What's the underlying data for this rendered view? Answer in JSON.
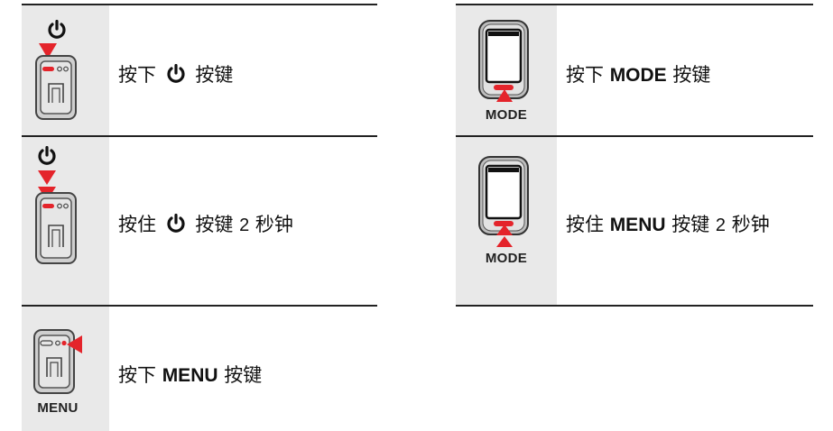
{
  "items": [
    {
      "pre": "按下",
      "key": "",
      "post": "按键",
      "suffix": ""
    },
    {
      "pre": "按下",
      "key": "MODE",
      "post": "按键",
      "suffix": ""
    },
    {
      "pre": "按住",
      "key": "",
      "post": "按键",
      "num": "2",
      "suffix": "秒钟"
    },
    {
      "pre": "按住",
      "key": "MENU",
      "post": "按键",
      "num": "2",
      "suffix": "秒钟"
    },
    {
      "pre": "按下",
      "key": "MENU",
      "post": "按键",
      "suffix": ""
    }
  ],
  "captions": {
    "mode1": "MODE",
    "mode2": "MODE",
    "menu": "MENU"
  },
  "colors": {
    "accent": "#e4242b",
    "cell_bg": "#e9e9e9",
    "rule": "#222222"
  },
  "icons": [
    "power-icon",
    "device-side-icon",
    "device-front-icon",
    "arrow-down-icon",
    "arrow-up-icon",
    "arrow-left-icon"
  ]
}
